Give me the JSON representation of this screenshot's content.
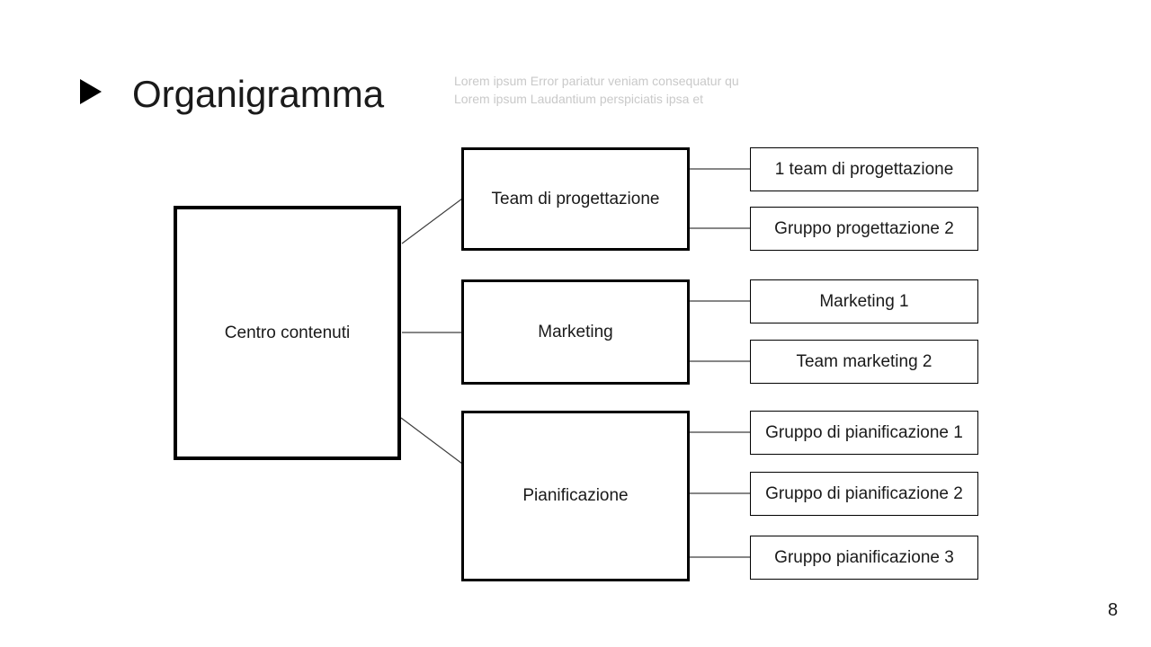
{
  "colors": {
    "background": "#ffffff",
    "text": "#1a1a1a",
    "muted_text": "#c9c9c9",
    "node_border": "#000000",
    "connector": "#3d3d3d"
  },
  "header": {
    "bullet_icon": "right-triangle",
    "title": "Organigramma",
    "placeholder_lines": [
      "Lorem ipsum Error pariatur veniam consequatur qu",
      "Lorem ipsum Laudantium perspiciatis ipsa et"
    ]
  },
  "footer": {
    "page_number": "8"
  },
  "org_chart": {
    "root": {
      "label": "Centro contenuti"
    },
    "branches": [
      {
        "label": "Team di progettazione",
        "children": [
          "1 team di progettazione",
          "Gruppo progettazione 2"
        ]
      },
      {
        "label": "Marketing",
        "children": [
          "Marketing 1",
          "Team marketing 2"
        ]
      },
      {
        "label": "Pianificazione",
        "children": [
          "Gruppo di pianificazione 1",
          "Gruppo di pianificazione 2",
          "Gruppo pianificazione 3"
        ]
      }
    ]
  }
}
